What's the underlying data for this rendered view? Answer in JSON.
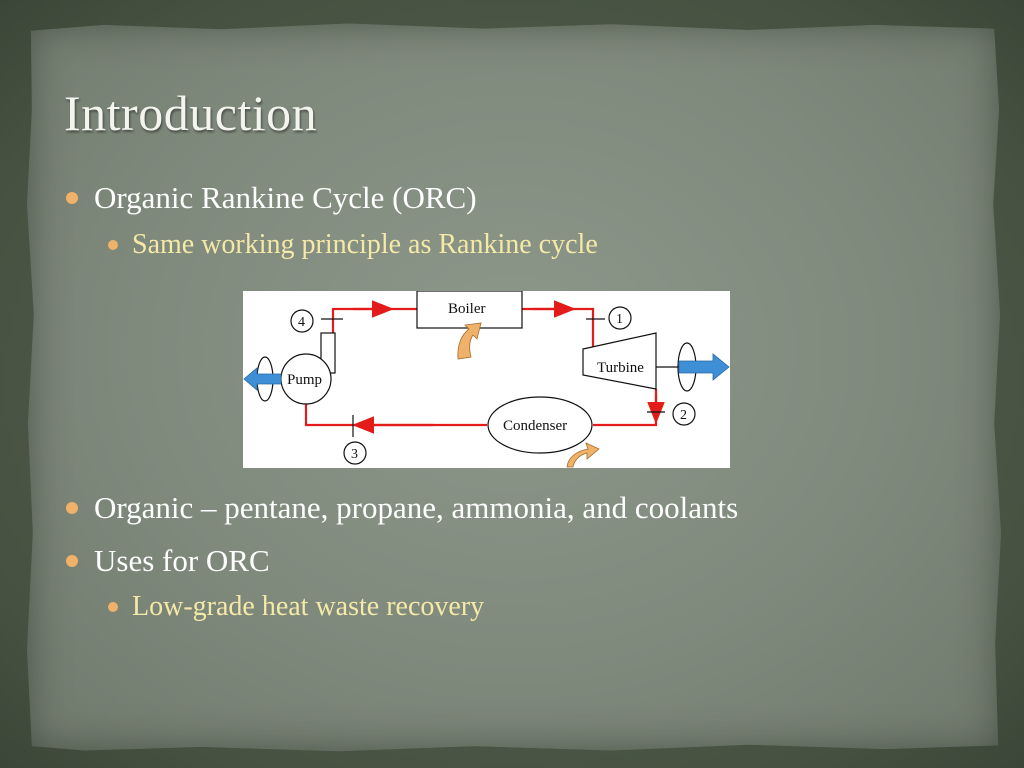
{
  "slide": {
    "title": "Introduction",
    "bullets": [
      {
        "text": "Organic Rankine Cycle (ORC)"
      },
      {
        "text": "Same working principle as Rankine cycle"
      },
      {
        "text": "Organic – pentane, propane, ammonia, and coolants"
      },
      {
        "text": "Uses for ORC"
      },
      {
        "text": "Low-grade heat waste recovery"
      }
    ]
  },
  "diagram": {
    "components": {
      "boiler": "Boiler",
      "turbine": "Turbine",
      "condenser": "Condenser",
      "pump": "Pump"
    },
    "states": [
      "1",
      "2",
      "3",
      "4"
    ]
  },
  "colors": {
    "bullet_level1_text": "#ffffff",
    "bullet_level2_text": "#f5e9a8",
    "bullet_dot": "#f0b16a",
    "flow_line": "#e31b1b",
    "work_arrow": "#3f8fd6",
    "heat_arrow": "#f0b16a"
  }
}
